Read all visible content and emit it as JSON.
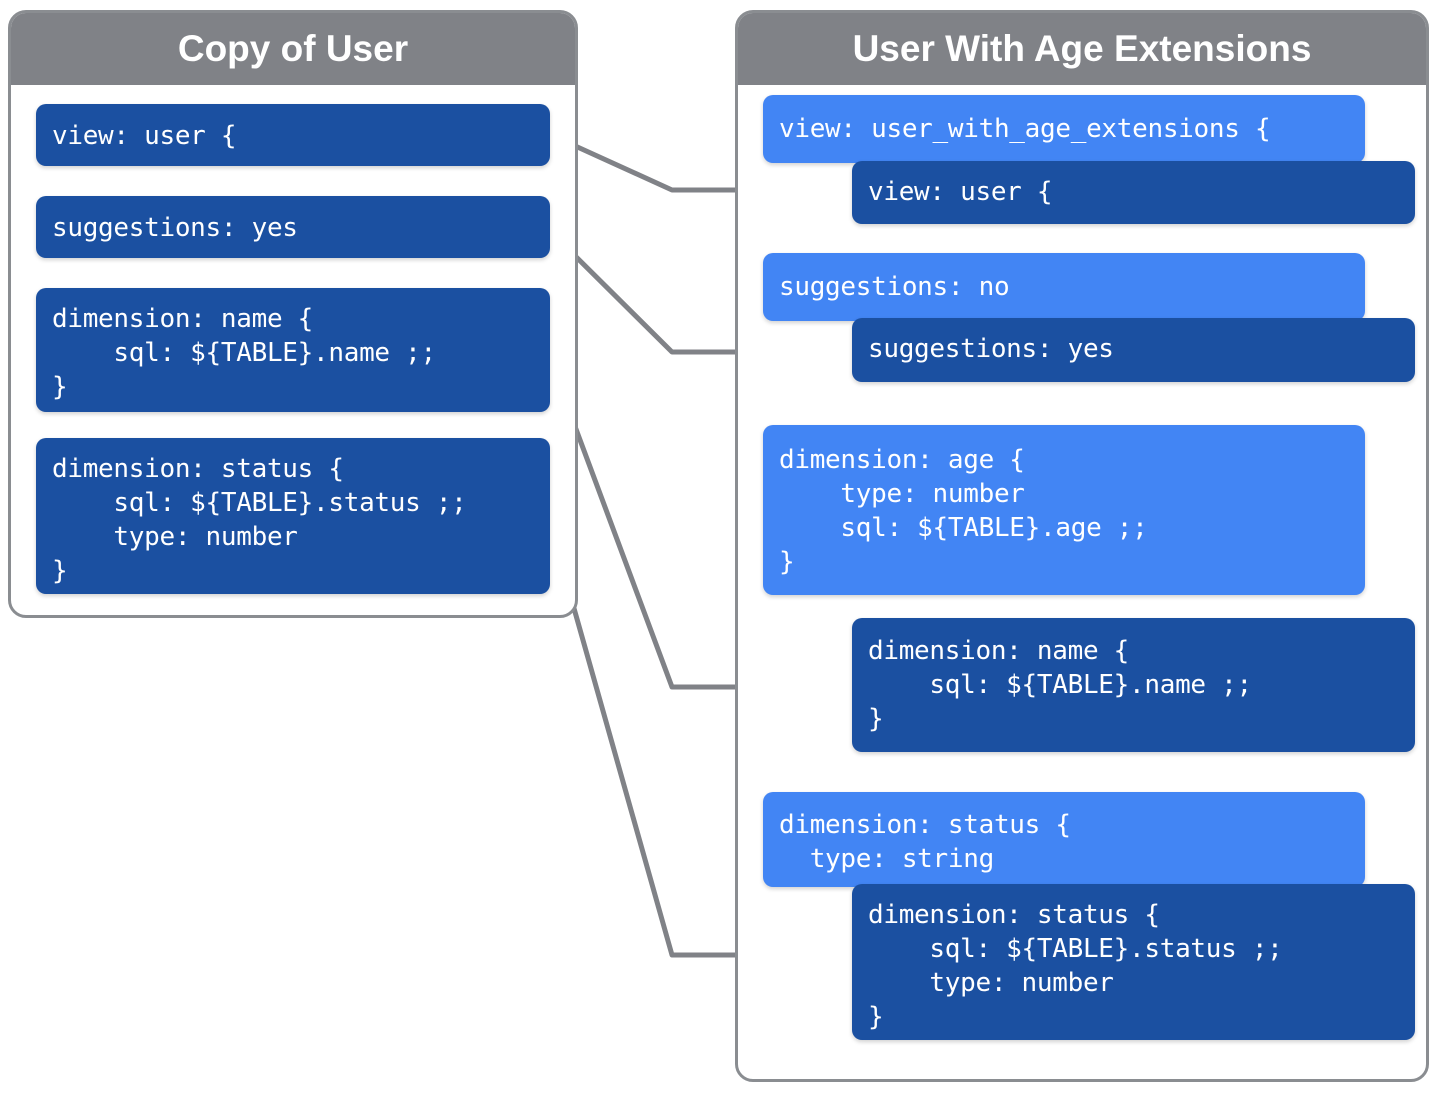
{
  "panels": {
    "left": {
      "title": "Copy of User",
      "blocks": [
        {
          "name": "view",
          "text": "view: user {"
        },
        {
          "name": "suggestions",
          "text": "suggestions: yes"
        },
        {
          "name": "dimension-name",
          "text": "dimension: name {\n    sql: ${TABLE}.name ;;\n}"
        },
        {
          "name": "dimension-status",
          "text": "dimension: status {\n    sql: ${TABLE}.status ;;\n    type: number\n}"
        }
      ]
    },
    "right": {
      "title": "User With Age Extensions",
      "blocks": [
        {
          "name": "view-override",
          "variant": "light",
          "text": "view: user_with_age_extensions {"
        },
        {
          "name": "view-base",
          "variant": "dark",
          "text": "view: user {"
        },
        {
          "name": "suggestions-override",
          "variant": "light",
          "text": "suggestions: no"
        },
        {
          "name": "suggestions-base",
          "variant": "dark",
          "text": "suggestions: yes"
        },
        {
          "name": "dimension-age",
          "variant": "light",
          "text": "dimension: age {\n    type: number\n    sql: ${TABLE}.age ;;\n}"
        },
        {
          "name": "dimension-name-base",
          "variant": "dark",
          "text": "dimension: name {\n    sql: ${TABLE}.name ;;\n}"
        },
        {
          "name": "dimension-status-override",
          "variant": "light",
          "text": "dimension: status {\n  type: string"
        },
        {
          "name": "dimension-status-base",
          "variant": "dark",
          "text": "dimension: status {\n    sql: ${TABLE}.status ;;\n    type: number\n}"
        }
      ]
    }
  },
  "connectors": [
    {
      "name": "view-to-view",
      "from": "left.view",
      "to": "right.view-base"
    },
    {
      "name": "suggestions-to-suggestions",
      "from": "left.suggestions",
      "to": "right.suggestions-base"
    },
    {
      "name": "name-to-name",
      "from": "left.dimension-name",
      "to": "right.dimension-name-base"
    },
    {
      "name": "status-to-status",
      "from": "left.dimension-status",
      "to": "right.dimension-status-base"
    }
  ],
  "colors": {
    "header_gray": "#808287",
    "panel_border": "#8a8d91",
    "block_dark_blue": "#1b50a1",
    "block_light_blue": "#4285f4",
    "connector_gray": "#808287",
    "background": "#ffffff"
  }
}
